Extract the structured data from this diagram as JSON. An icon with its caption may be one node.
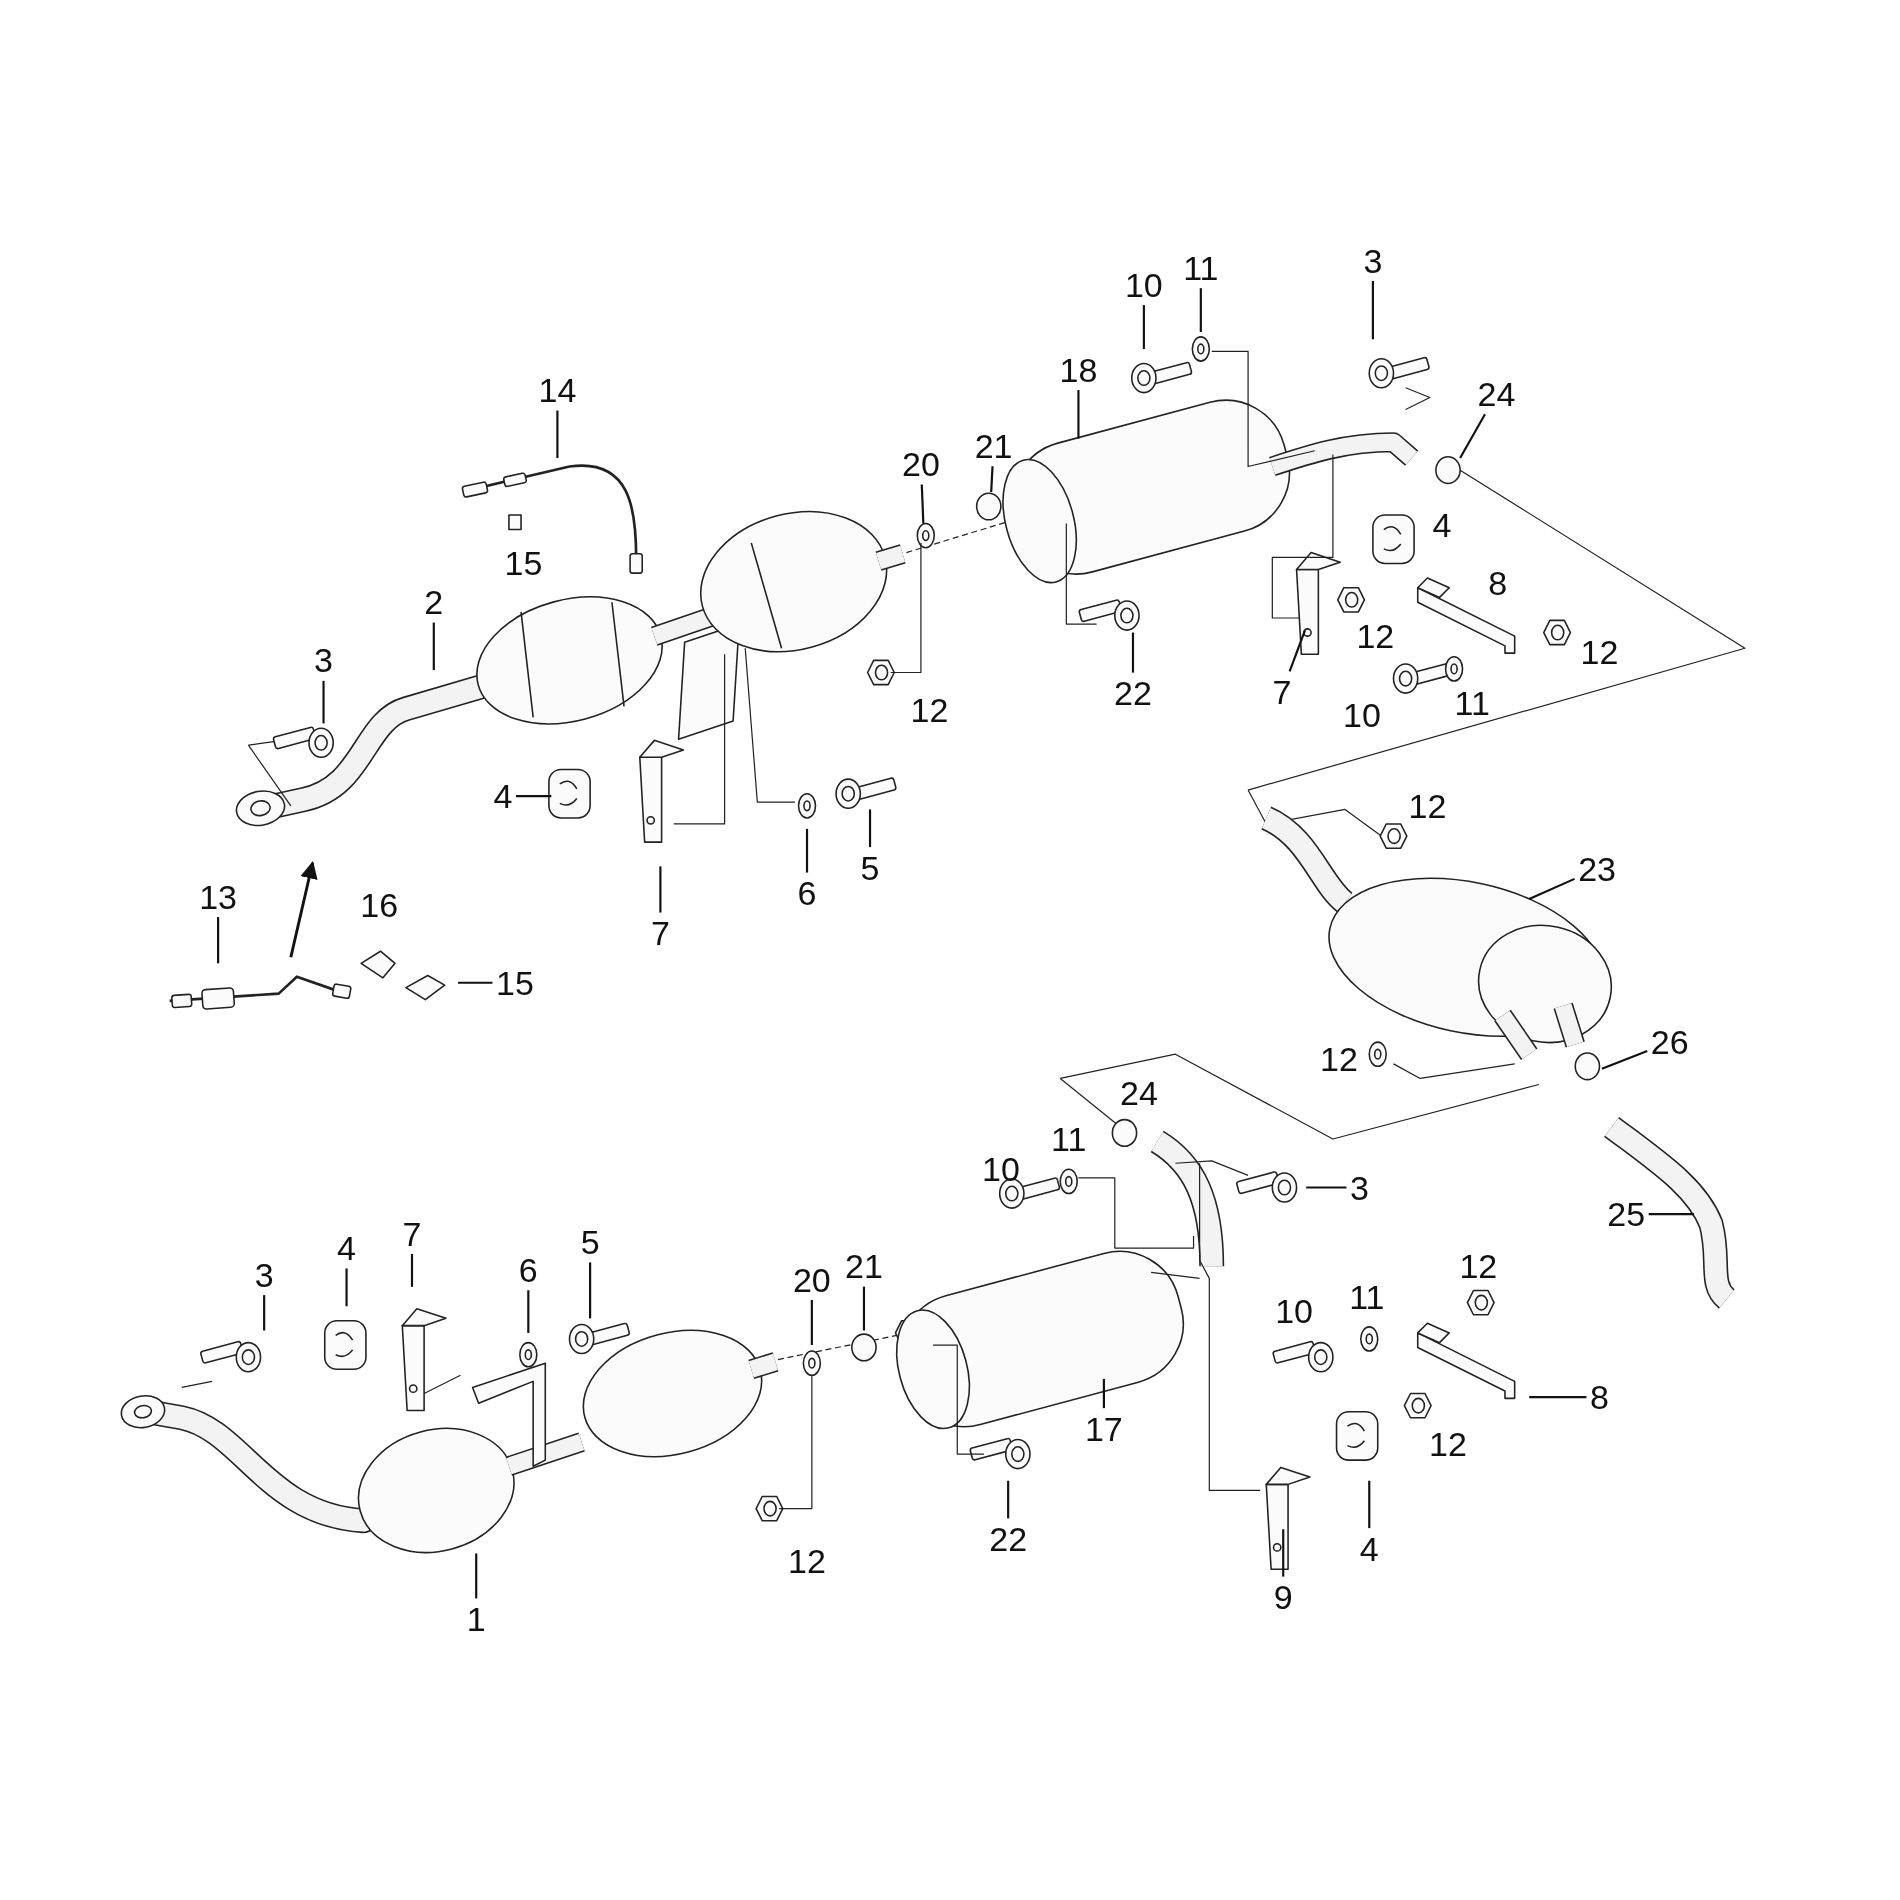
{
  "diagram": {
    "nodes": [
      {
        "text": [
          "14"
        ]
      },
      {
        "text": [
          "2"
        ]
      },
      {
        "text": [
          "3"
        ]
      },
      {
        "text": [
          "20"
        ]
      },
      {
        "text": [
          "21"
        ]
      },
      {
        "text": [
          "18"
        ]
      },
      {
        "text": [
          "10"
        ]
      },
      {
        "text": [
          "11"
        ]
      },
      {
        "text": [
          "3"
        ]
      },
      {
        "text": [
          "24"
        ]
      },
      {
        "text": [
          "22"
        ]
      },
      {
        "text": [
          "7"
        ]
      },
      {
        "text": [
          "4"
        ]
      },
      {
        "text": [
          "7"
        ]
      },
      {
        "text": [
          "6"
        ]
      },
      {
        "text": [
          "5"
        ]
      },
      {
        "text": [
          "13"
        ]
      },
      {
        "text": [
          "15"
        ]
      },
      {
        "text": [
          "23"
        ]
      },
      {
        "text": [
          "26"
        ]
      },
      {
        "text": [
          "3"
        ]
      },
      {
        "text": [
          "25"
        ]
      },
      {
        "text": [
          "3"
        ]
      },
      {
        "text": [
          "4"
        ]
      },
      {
        "text": [
          "7"
        ]
      },
      {
        "text": [
          "6"
        ]
      },
      {
        "text": [
          "5"
        ]
      },
      {
        "text": [
          "20"
        ]
      },
      {
        "text": [
          "21"
        ]
      },
      {
        "text": [
          "17"
        ]
      },
      {
        "text": [
          "8"
        ]
      },
      {
        "text": [
          "1"
        ]
      },
      {
        "text": [
          "22"
        ]
      },
      {
        "text": [
          "9"
        ]
      },
      {
        "text": [
          "4"
        ]
      }
    ],
    "edges": [
      {
        "from": 0,
        "to": null,
        "arrow": "none"
      },
      {
        "from": 1,
        "to": null,
        "arrow": "none"
      },
      {
        "from": 2,
        "to": null,
        "arrow": "none"
      },
      {
        "from": 3,
        "to": null,
        "arrow": "none"
      },
      {
        "from": 4,
        "to": null,
        "arrow": "none"
      },
      {
        "from": 5,
        "to": null,
        "arrow": "none"
      },
      {
        "from": 6,
        "to": null,
        "arrow": "none"
      },
      {
        "from": 7,
        "to": null,
        "arrow": "none"
      },
      {
        "from": 8,
        "to": null,
        "arrow": "none"
      },
      {
        "from": 9,
        "to": null,
        "arrow": "none"
      },
      {
        "from": 10,
        "to": null,
        "arrow": "none"
      },
      {
        "from": 11,
        "to": null,
        "arrow": "none"
      },
      {
        "from": 12,
        "to": null,
        "arrow": "none"
      },
      {
        "from": 13,
        "to": null,
        "arrow": "none"
      },
      {
        "from": 14,
        "to": null,
        "arrow": "none"
      },
      {
        "from": 15,
        "to": null,
        "arrow": "none"
      },
      {
        "from": 16,
        "to": null,
        "arrow": "none"
      },
      {
        "from": 17,
        "to": null,
        "arrow": "none"
      },
      {
        "from": 18,
        "to": null,
        "arrow": "none"
      },
      {
        "from": 19,
        "to": null,
        "arrow": "none"
      },
      {
        "from": 20,
        "to": null,
        "arrow": "none"
      },
      {
        "from": 21,
        "to": null,
        "arrow": "none"
      },
      {
        "from": 22,
        "to": null,
        "arrow": "none"
      },
      {
        "from": 23,
        "to": null,
        "arrow": "none"
      },
      {
        "from": 24,
        "to": null,
        "arrow": "none"
      },
      {
        "from": 25,
        "to": null,
        "arrow": "none"
      },
      {
        "from": 26,
        "to": null,
        "arrow": "none"
      },
      {
        "from": 27,
        "to": null,
        "arrow": "none"
      },
      {
        "from": 28,
        "to": null,
        "arrow": "none"
      },
      {
        "from": 29,
        "to": null,
        "arrow": "none"
      },
      {
        "from": 30,
        "to": null,
        "arrow": "none"
      },
      {
        "from": 31,
        "to": null,
        "arrow": "none"
      },
      {
        "from": 32,
        "to": null,
        "arrow": "none"
      },
      {
        "from": 33,
        "to": null,
        "arrow": "none"
      },
      {
        "from": 34,
        "to": null,
        "arrow": "none"
      }
    ],
    "labels": [
      "4",
      "15",
      "8",
      "12",
      "12",
      "11",
      "12",
      "10",
      "12",
      "16",
      "12",
      "24",
      "11",
      "10",
      "12",
      "11",
      "10",
      "12",
      "12"
    ]
  }
}
